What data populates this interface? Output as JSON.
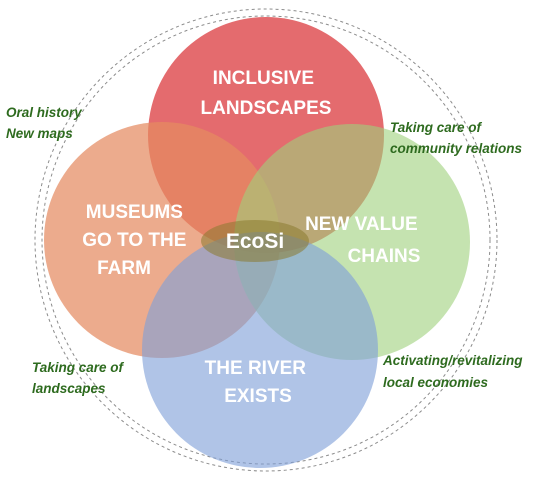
{
  "colors": {
    "top": "#e0565a",
    "left": "#e58a61",
    "right": "#9fd07c",
    "bottom": "#7f9fd8",
    "center": "#8a7a30",
    "annotation": "#2e6b1f",
    "ring": "#8c8c8c"
  },
  "circles": {
    "top": {
      "lines": [
        "INCLUSIVE",
        "LANDSCAPES"
      ]
    },
    "left": {
      "lines": [
        "MUSEUMS",
        "GO TO THE",
        "FARM"
      ]
    },
    "right": {
      "lines": [
        "NEW VALUE",
        "CHAINS"
      ]
    },
    "bottom": {
      "lines": [
        "THE RIVER",
        "EXISTS"
      ]
    }
  },
  "center": {
    "label": "EcoSi"
  },
  "annotations": {
    "top_left": [
      "Oral history",
      "New maps"
    ],
    "top_right": [
      "Taking care of",
      "community relations"
    ],
    "bottom_left": [
      "Taking care of",
      "landscapes"
    ],
    "bottom_right": [
      "Activating/revitalizing",
      "local economies"
    ]
  }
}
